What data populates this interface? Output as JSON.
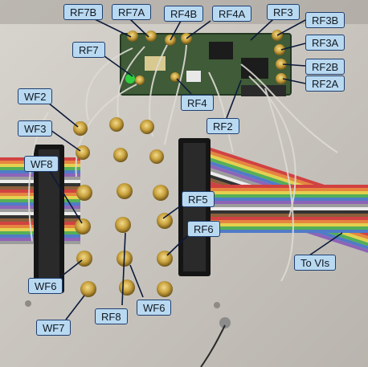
{
  "photo": {
    "description_icon": "photo-of-circuit-board-with-coaxial-connectors",
    "colors": {
      "baseplate": "#c9c5bf",
      "board": "#3f5b37",
      "connector_gold": "#c8a13d",
      "rail_black": "#151515",
      "callout_fill": "#b9d9f1",
      "callout_border": "#1f3f70",
      "leader_line": "#0b1a3a"
    }
  },
  "labels": {
    "rf7b": "RF7B",
    "rf7a": "RF7A",
    "rf4b": "RF4B",
    "rf4a": "RF4A",
    "rf3": "RF3",
    "rf3b": "RF3B",
    "rf3a": "RF3A",
    "rf2b": "RF2B",
    "rf2a": "RF2A",
    "rf7": "RF7",
    "rf4": "RF4",
    "rf2": "RF2",
    "wf2": "WF2",
    "wf3": "WF3",
    "wf8": "WF8",
    "rf5": "RF5",
    "rf6": "RF6",
    "to_vis": "To VIs",
    "wf6_left": "WF6",
    "wf6_right": "WF6",
    "rf8": "RF8",
    "wf7": "WF7"
  }
}
